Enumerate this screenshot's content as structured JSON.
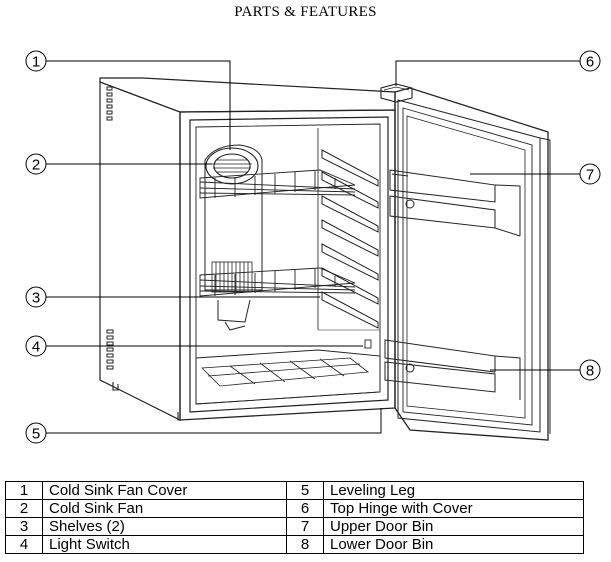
{
  "title": "PARTS & FEATURES",
  "callouts": [
    "1",
    "2",
    "3",
    "4",
    "5",
    "6",
    "7",
    "8"
  ],
  "parts": [
    {
      "num": "1",
      "label": "Cold Sink Fan Cover"
    },
    {
      "num": "2",
      "label": "Cold Sink Fan"
    },
    {
      "num": "3",
      "label": "Shelves (2)"
    },
    {
      "num": "4",
      "label": "Light Switch"
    },
    {
      "num": "5",
      "label": "Leveling Leg"
    },
    {
      "num": "6",
      "label": "Top Hinge with Cover"
    },
    {
      "num": "7",
      "label": "Upper Door Bin"
    },
    {
      "num": "8",
      "label": "Lower Door Bin"
    }
  ]
}
